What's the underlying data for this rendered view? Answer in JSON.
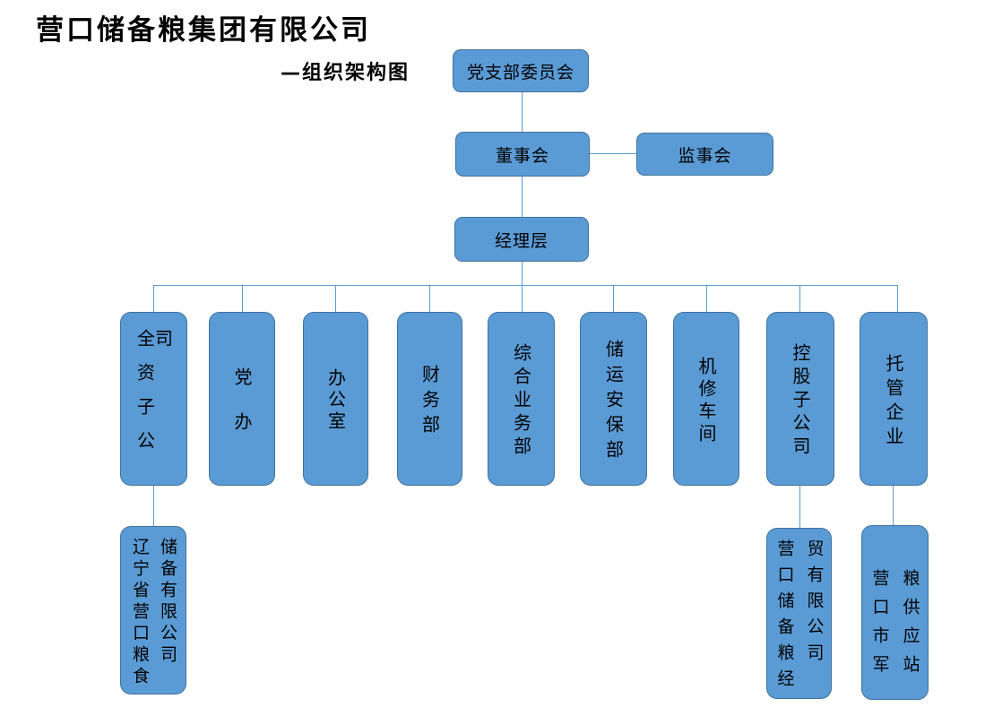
{
  "header": {
    "title": "营口储备粮集团有限公司",
    "subtitle": "—组织架构图"
  },
  "colors": {
    "node_fill": "#5b9bd5",
    "node_border": "#41719c",
    "connector_line": "#5b9bd5",
    "text": "#000000",
    "background": "#ffffff"
  },
  "org_chart": {
    "type": "org-chart",
    "party_committee": {
      "label": "党支部委员会"
    },
    "board": {
      "label": "董事会"
    },
    "supervisory": {
      "label": "监事会"
    },
    "management": {
      "label": "经理层"
    },
    "departments": [
      {
        "label": "全资子公司"
      },
      {
        "label": "党办"
      },
      {
        "label": "办公室"
      },
      {
        "label": "财务部"
      },
      {
        "label": "综合业务部"
      },
      {
        "label": "储运安保部"
      },
      {
        "label": "机修车间"
      },
      {
        "label": "控股子公司"
      },
      {
        "label": "托管企业"
      }
    ],
    "subsidiaries": [
      {
        "parent": "全资子公司",
        "label": "辽宁省营口粮食储备有限公司",
        "columns": [
          "辽宁省营口粮食",
          "储备有限公司"
        ]
      },
      {
        "parent": "控股子公司",
        "label": "营口储备粮经贸有限公司",
        "columns": [
          "营口储备粮经",
          "贸有限公司"
        ]
      },
      {
        "parent": "托管企业",
        "label": "营口市军粮供应站",
        "columns": [
          "营口市军",
          "粮供应站"
        ]
      }
    ]
  }
}
